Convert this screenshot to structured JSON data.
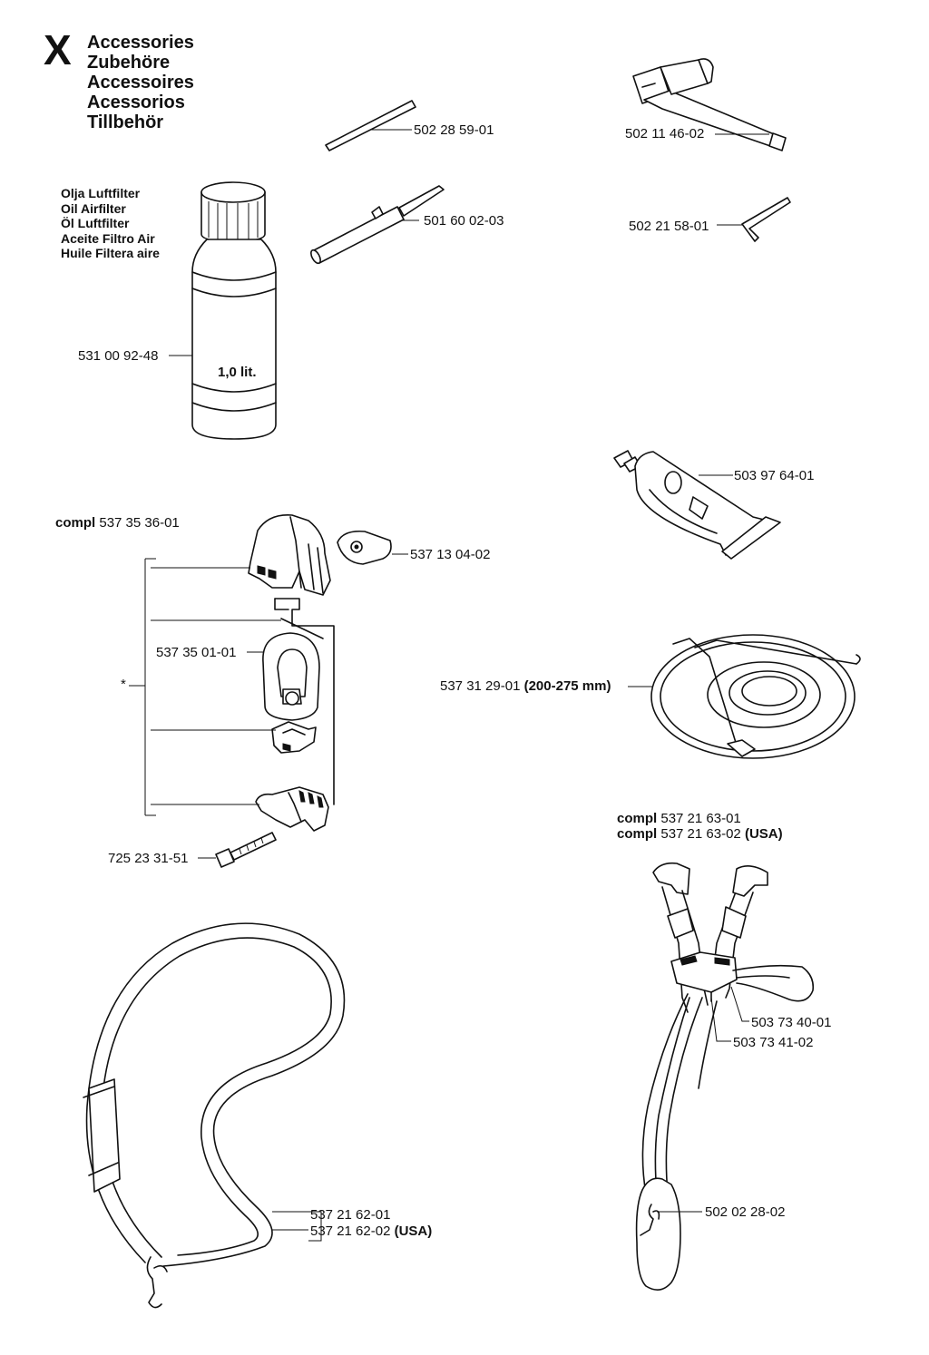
{
  "section": {
    "letter": "X",
    "titles": [
      "Accessories",
      "Zubehöre",
      "Accessoires",
      "Acessorios",
      "Tillbehör"
    ]
  },
  "oil": {
    "header": [
      "Olja Luftfilter",
      "Oil Airfilter",
      "Öl Luftfilter",
      "Aceite Filtro Air",
      "Huile Filtera aire"
    ],
    "volume": "1,0 lit.",
    "part": "531 00 92-48"
  },
  "parts": {
    "rod": "502 28 59-01",
    "file_holder": "501 60 02-03",
    "combi_wrench": "502 11 46-02",
    "hex_key": "502 21 58-01",
    "grease_tube": "503 97 64-01",
    "line_coil_number": "537 31 29-01",
    "line_coil_size": "(200-275 mm)",
    "knob": "537 13 04-02",
    "ring": "537 35 01-01",
    "screw": "725 23 31-51",
    "asterisk": "*",
    "strap_1": "537 21 62-01",
    "strap_2_number": "537 21 62-02",
    "strap_2_suffix": "(USA)",
    "harness_buckle": "503 73 40-01",
    "harness_clip": "503 73 41-02",
    "harness_hook": "502 02 28-02"
  },
  "compl": {
    "word": "compl",
    "hanger_kit": "537 35 36-01",
    "harness_1": "537 21 63-01",
    "harness_2": "537 21 63-02",
    "harness_2_suffix": "(USA)"
  }
}
